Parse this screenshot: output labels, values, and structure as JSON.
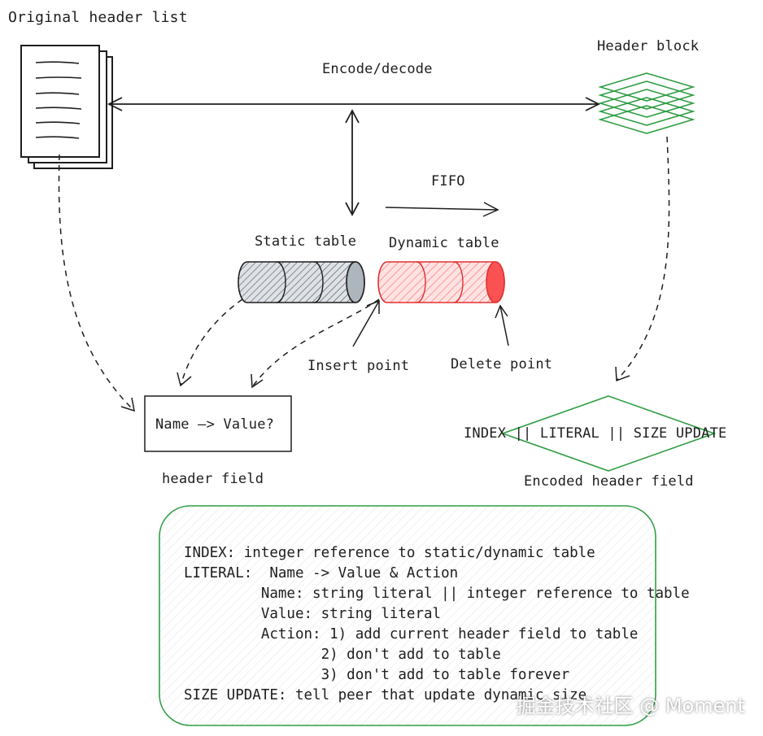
{
  "labels": {
    "original_header_list": "Original header list",
    "header_block": "Header block",
    "encode_decode": "Encode/decode",
    "fifo": "FIFO",
    "static_table": "Static table",
    "dynamic_table": "Dynamic table",
    "insert_point": "Insert point",
    "delete_point": "Delete point",
    "header_field_box": "Name —> Value?",
    "header_field": "header field",
    "encoded_options": "INDEX || LITERAL || SIZE UPDATE",
    "encoded_header_field": "Encoded header field"
  },
  "note": {
    "lines": [
      "INDEX: integer reference to static/dynamic table",
      "LITERAL:  Name -> Value & Action",
      "         Name: string literal || integer reference to table",
      "         Value: string literal",
      "         Action: 1) add current header field to table",
      "                2) don't add to table",
      "                3) don't add to table forever",
      "SIZE UPDATE: tell peer that update dynamic size"
    ]
  },
  "watermark": "掘金技术社区 @ Moment",
  "colors": {
    "stroke": "#1e1e1e",
    "static_fill": "#adb5bd",
    "dynamic_fill": "#ff8787",
    "dynamic_stroke": "#e03131",
    "green": "#2f9e44",
    "note_fill": "#f1f3f5"
  }
}
